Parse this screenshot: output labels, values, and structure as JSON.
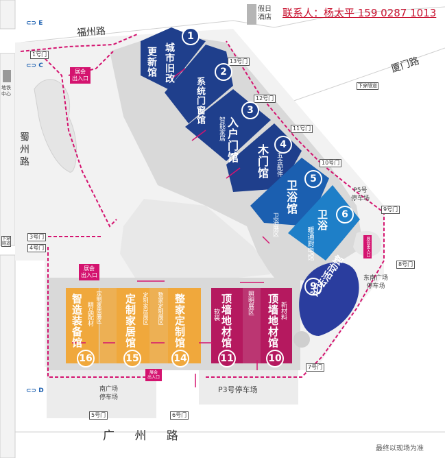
{
  "header": {
    "hotel_top": "假日",
    "hotel_bottom": "酒店",
    "contact": "联系人：杨太平 159 0287 1013"
  },
  "roads": {
    "north": "福州路",
    "east": "厦门路",
    "west": "蜀州路",
    "south": "广 州 路"
  },
  "landmarks": {
    "metro": "地铁\n中心",
    "east_underpass": "下穿隧道",
    "west_underpass": "下穿\n隧道",
    "exit_e": "E",
    "exit_c": "C",
    "exit_d": "D"
  },
  "gates": {
    "g1": "1号门",
    "g3": "3号门",
    "g4": "4号门",
    "g5": "5号门",
    "g6": "6号门",
    "g7": "7号门",
    "g8": "8号门",
    "g9": "9号门",
    "g10": "10号门",
    "g11": "11号门",
    "g12": "12号门",
    "g13": "13号门"
  },
  "parking": {
    "p5": "P5号\n停车场",
    "southeast": "东南广场\n停车场",
    "south": "南广场\n停车场",
    "p3": "P3号停车场"
  },
  "entrances": {
    "label": "展会\n出入口",
    "short": "展会出入口"
  },
  "halls": [
    {
      "num": "1",
      "name": "城市旧改",
      "name2": "更新馆"
    },
    {
      "num": "2",
      "name": "系统门窗馆"
    },
    {
      "num": "3",
      "name": "入户门馆",
      "sub": "智能家居"
    },
    {
      "num": "4",
      "name": "木门馆",
      "sub": "五金配件"
    },
    {
      "num": "5",
      "name": "卫浴馆",
      "sub": "卫浴展区"
    },
    {
      "num": "6",
      "name": "卫浴",
      "name2": "暖通厨电馆"
    },
    {
      "num": "9",
      "name": "论坛活动馆"
    },
    {
      "num": "10",
      "name": "顶墙地材馆",
      "sub": "新材料"
    },
    {
      "num": "11",
      "name": "顶墙地材馆",
      "sub": "软装",
      "sub2": "照明展区"
    },
    {
      "num": "14",
      "name": "整家定制馆",
      "sub": "整家定制展区"
    },
    {
      "num": "15",
      "name": "定制家居馆",
      "sub": "定制家居展区"
    },
    {
      "num": "16",
      "name": "智造装备馆",
      "sub": "精品配材",
      "sub2": "定制家居展区"
    }
  ],
  "footer": {
    "note": "最终以现场为准"
  },
  "colors": {
    "navy": "#1f3f8c",
    "mid_blue": "#1b5fb0",
    "light_blue": "#1e7fc8",
    "royal": "#2a3d9e",
    "magenta": "#b5195f",
    "orange": "#f0a83c",
    "entry": "#d4136f",
    "contact": "#c8102e",
    "ground": "#d9d9d9"
  }
}
